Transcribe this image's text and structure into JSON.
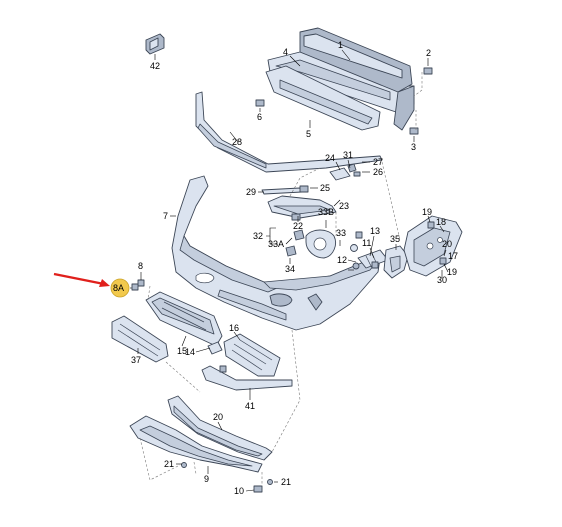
{
  "callouts": {
    "c42": "42",
    "c4": "4",
    "c1": "1",
    "c2": "2",
    "c6": "6",
    "c5": "5",
    "c3": "3",
    "c28": "28",
    "c24": "24",
    "c31": "31",
    "c27": "27",
    "c26": "26",
    "c25": "25",
    "c29": "29",
    "c22": "22",
    "c23": "23",
    "c33b": "33B",
    "c7": "7",
    "c32": "32",
    "c33a": "33A",
    "c34": "34",
    "c33": "33",
    "c13": "13",
    "c11": "11",
    "c12": "12",
    "c35": "35",
    "c19a": "19",
    "c18": "18",
    "c20a": "20",
    "c17": "17",
    "c19b": "19",
    "c30": "30",
    "c8": "8",
    "c8a": "8A",
    "c37": "37",
    "c15": "15",
    "c14": "14",
    "c16": "16",
    "c41": "41",
    "c20b": "20",
    "c21a": "21",
    "c9": "9",
    "c10": "10",
    "c21b": "21"
  },
  "highlight": {
    "callout": "8A",
    "badge_color": "#f2c94c",
    "arrow_color": "#e0201c"
  },
  "colors": {
    "part_fill": "#dbe3ef",
    "part_stroke": "#3c4656",
    "leader": "#000000"
  }
}
